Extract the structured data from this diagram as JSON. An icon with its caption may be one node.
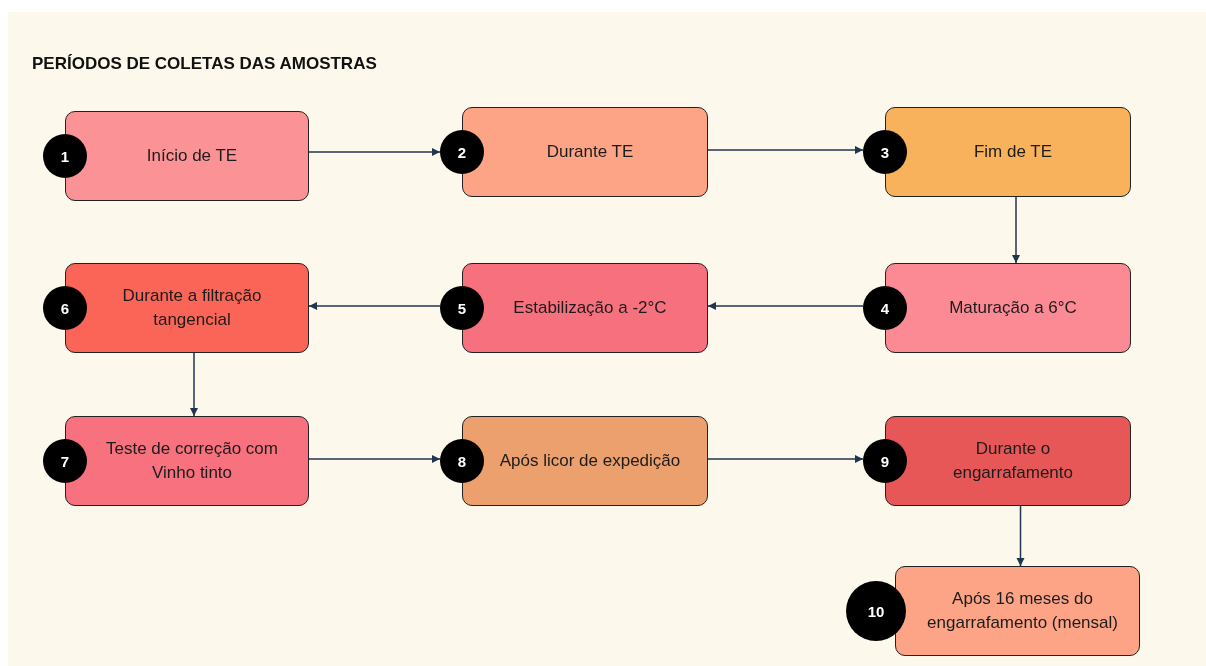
{
  "diagram": {
    "title": "PERÍODOS DE COLETAS DAS AMOSTRAS",
    "nodes": [
      {
        "text": [
          "1",
          "Início de TE"
        ]
      },
      {
        "text": [
          "2",
          "Durante TE"
        ]
      },
      {
        "text": [
          "3",
          "Fim de TE"
        ]
      },
      {
        "text": [
          "4",
          "Maturação a 6°C"
        ]
      },
      {
        "text": [
          "5",
          "Estabilização a -2°C"
        ]
      },
      {
        "text": [
          "6",
          "Durante a filtração tangencial"
        ]
      },
      {
        "text": [
          "7",
          "Teste de correção com Vinho tinto"
        ]
      },
      {
        "text": [
          "8",
          "Após licor de expedição"
        ]
      },
      {
        "text": [
          "9",
          "Durante o engarrafamento"
        ]
      },
      {
        "text": [
          "10",
          "Após 16 meses do engarrafamento (mensal)"
        ]
      }
    ],
    "edges": [
      {
        "from": 0,
        "to": 1,
        "arrow": "to"
      },
      {
        "from": 1,
        "to": 2,
        "arrow": "to"
      },
      {
        "from": 2,
        "to": 3,
        "arrow": "to"
      },
      {
        "from": 3,
        "to": 4,
        "arrow": "to"
      },
      {
        "from": 4,
        "to": 5,
        "arrow": "to"
      },
      {
        "from": 5,
        "to": 6,
        "arrow": "to"
      },
      {
        "from": 6,
        "to": 7,
        "arrow": "to"
      },
      {
        "from": 7,
        "to": 8,
        "arrow": "to"
      },
      {
        "from": 8,
        "to": 9,
        "arrow": "to"
      }
    ]
  }
}
